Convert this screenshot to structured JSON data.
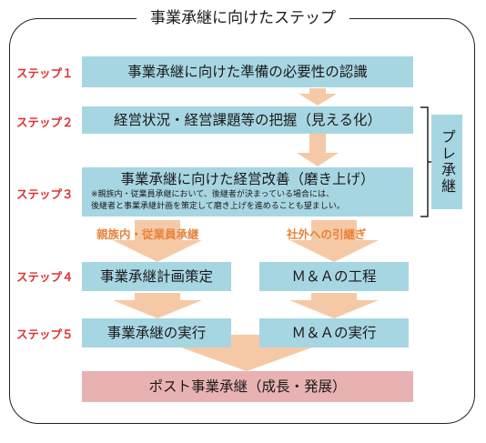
{
  "title": "事業承継に向けたステップ",
  "steps": [
    {
      "label": "ステップ１",
      "box": "事業承継に向けた準備の必要性の認識"
    },
    {
      "label": "ステップ２",
      "box": "経営状況・経営課題等の把握（見える化）"
    },
    {
      "label": "ステップ３",
      "box": "事業承継に向けた経営改善（磨き上げ）",
      "note_line1": "※親族内・従業員承継において、後継者が決まっている場合には、",
      "note_line2": "後継者と事業承継計画を策定して磨き上げを進めることも望ましい。"
    },
    {
      "label": "ステップ４",
      "left_box": "事業承継計画策定",
      "right_box": "Ｍ＆Ａの工程"
    },
    {
      "label": "ステップ５",
      "left_box": "事業承継の実行",
      "right_box": "Ｍ＆Ａの実行"
    }
  ],
  "branches": {
    "left": "親族内・従業員承継",
    "right": "社外への引継ぎ"
  },
  "pre_label": "プレ承継",
  "final_box": "ポスト事業承継（成長・発展）",
  "colors": {
    "box": "#a7d6e3",
    "arrow": "#f6c9a6",
    "final": "#e8b2b3",
    "step": "#e03030",
    "branch": "#e8833a"
  }
}
